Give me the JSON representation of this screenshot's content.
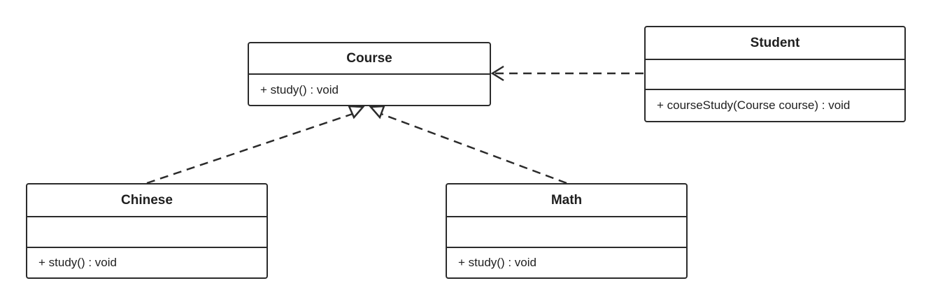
{
  "classes": {
    "course": {
      "name": "Course",
      "operations": [
        "+ study() : void"
      ]
    },
    "student": {
      "name": "Student",
      "attributes": [],
      "operations": [
        "+ courseStudy(Course course) : void"
      ]
    },
    "chinese": {
      "name": "Chinese",
      "attributes": [],
      "operations": [
        "+ study() : void"
      ]
    },
    "math": {
      "name": "Math",
      "attributes": [],
      "operations": [
        "+ study() : void"
      ]
    }
  },
  "relationships": [
    {
      "type": "dependency",
      "from": "Student",
      "to": "Course"
    },
    {
      "type": "realization",
      "from": "Chinese",
      "to": "Course"
    },
    {
      "type": "realization",
      "from": "Math",
      "to": "Course"
    }
  ],
  "colors": {
    "line": "#2b2b2b",
    "background": "#ffffff"
  }
}
